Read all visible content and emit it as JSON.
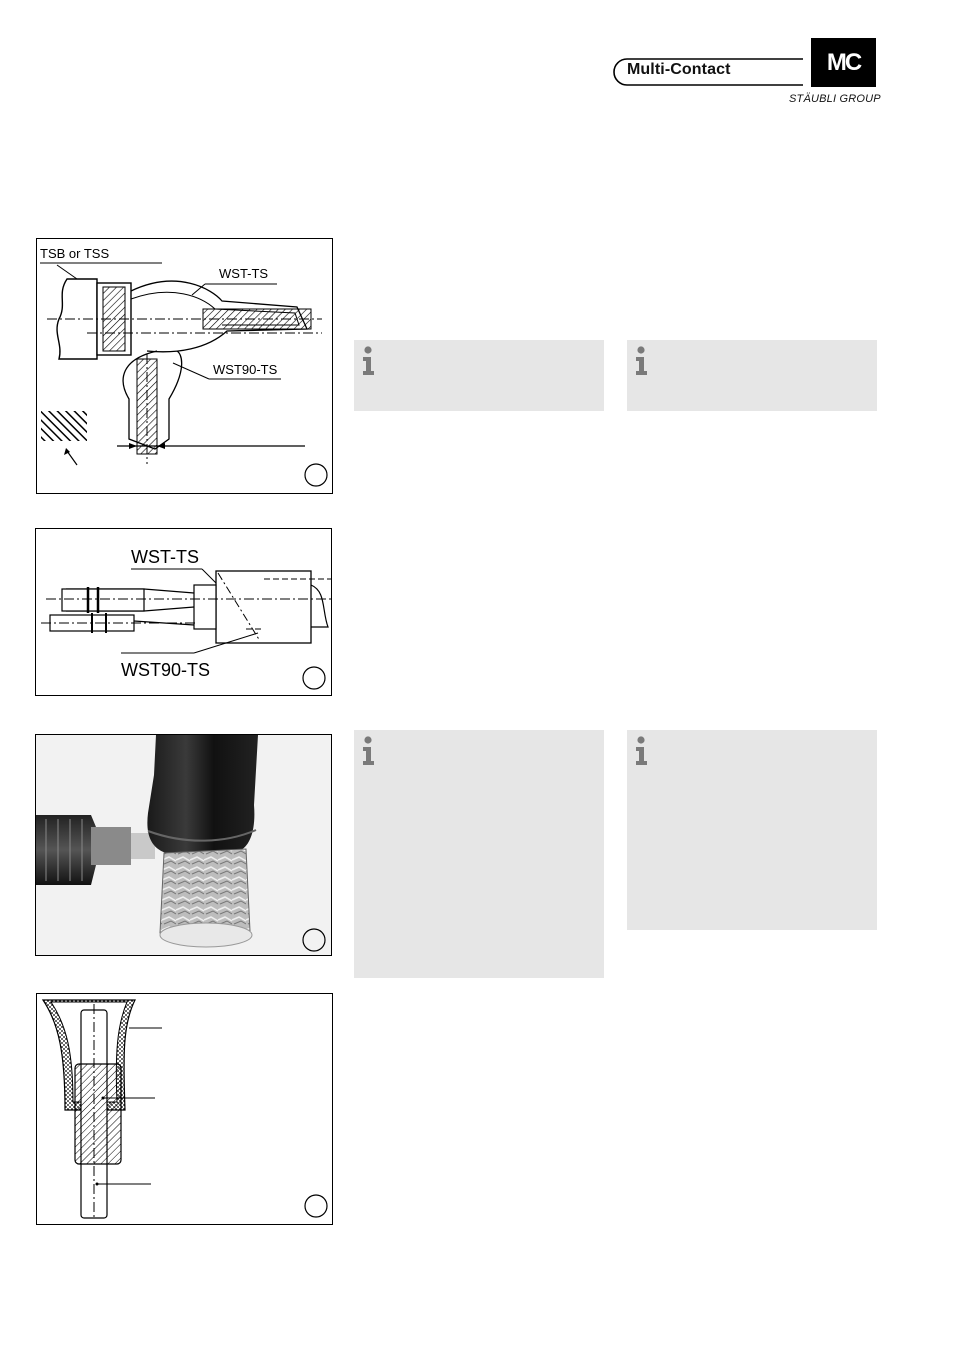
{
  "header": {
    "logo_name": "Multi-Contact",
    "logo_mark": "MC",
    "group_name": "STÄUBLI GROUP"
  },
  "figures": {
    "fig1": {
      "label_tsb": "TSB or TSS",
      "label_wst": "WST-TS",
      "label_wst90": "WST90-TS"
    },
    "fig2": {
      "label_wst": "WST-TS",
      "label_wst90": "WST90-TS"
    },
    "fig3": {
      "kind": "photo"
    },
    "fig4": {
      "kind": "cross-section"
    }
  },
  "info_panels": [
    {
      "icon": "info-icon",
      "text": ""
    },
    {
      "icon": "info-icon",
      "text": ""
    },
    {
      "icon": "info-icon",
      "text": ""
    },
    {
      "icon": "info-icon",
      "text": ""
    }
  ],
  "colors": {
    "panel_bg": "#e6e6e6",
    "ink": "#000000"
  }
}
